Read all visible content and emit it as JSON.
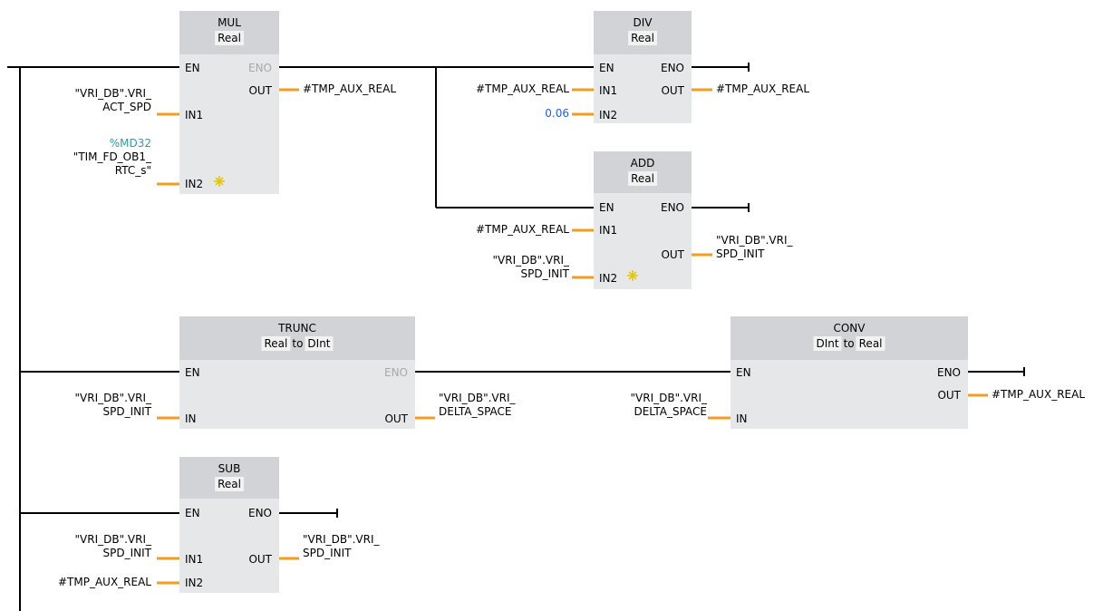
{
  "colors": {
    "wire": "#000000",
    "connector": "#f39c1e",
    "block": "#e6e7e9",
    "block_header": "#d1d3d6",
    "address": "#2b9ea0",
    "constant": "#2060e0"
  },
  "blocks": {
    "mul": {
      "title": "MUL",
      "type": "Real",
      "en": "EN",
      "eno": "ENO",
      "out": "OUT",
      "in1": "IN1",
      "in2": "IN2",
      "in1_label_1": "\"VRI_DB\".VRI_",
      "in1_label_2": "ACT_SPD",
      "in2_address": "%MD32",
      "in2_label_1": "\"TIM_FD_OB1_",
      "in2_label_2": "RTC_s\"",
      "out_label": "#TMP_AUX_REAL"
    },
    "div": {
      "title": "DIV",
      "type": "Real",
      "en": "EN",
      "eno": "ENO",
      "out": "OUT",
      "in1": "IN1",
      "in2": "IN2",
      "in1_label": "#TMP_AUX_REAL",
      "in2_label": "0.06",
      "out_label": "#TMP_AUX_REAL"
    },
    "add": {
      "title": "ADD",
      "type": "Real",
      "en": "EN",
      "eno": "ENO",
      "out": "OUT",
      "in1": "IN1",
      "in2": "IN2",
      "in1_label": "#TMP_AUX_REAL",
      "in2_label_1": "\"VRI_DB\".VRI_",
      "in2_label_2": "SPD_INIT",
      "out_label_1": "\"VRI_DB\".VRI_",
      "out_label_2": "SPD_INIT"
    },
    "trunc": {
      "title": "TRUNC",
      "from": "Real",
      "to": "to",
      "into": "DInt",
      "en": "EN",
      "eno": "ENO",
      "out": "OUT",
      "in": "IN",
      "in_label_1": "\"VRI_DB\".VRI_",
      "in_label_2": "SPD_INIT",
      "out_label_1": "\"VRI_DB\".VRI_",
      "out_label_2": "DELTA_SPACE"
    },
    "conv": {
      "title": "CONV",
      "from": "DInt",
      "to": "to",
      "into": "Real",
      "en": "EN",
      "eno": "ENO",
      "out": "OUT",
      "in": "IN",
      "in_label_1": "\"VRI_DB\".VRI_",
      "in_label_2": "DELTA_SPACE",
      "out_label": "#TMP_AUX_REAL"
    },
    "sub": {
      "title": "SUB",
      "type": "Real",
      "en": "EN",
      "eno": "ENO",
      "out": "OUT",
      "in1": "IN1",
      "in2": "IN2",
      "in1_label_1": "\"VRI_DB\".VRI_",
      "in1_label_2": "SPD_INIT",
      "in2_label": "#TMP_AUX_REAL",
      "out_label_1": "\"VRI_DB\".VRI_",
      "out_label_2": "SPD_INIT"
    }
  }
}
